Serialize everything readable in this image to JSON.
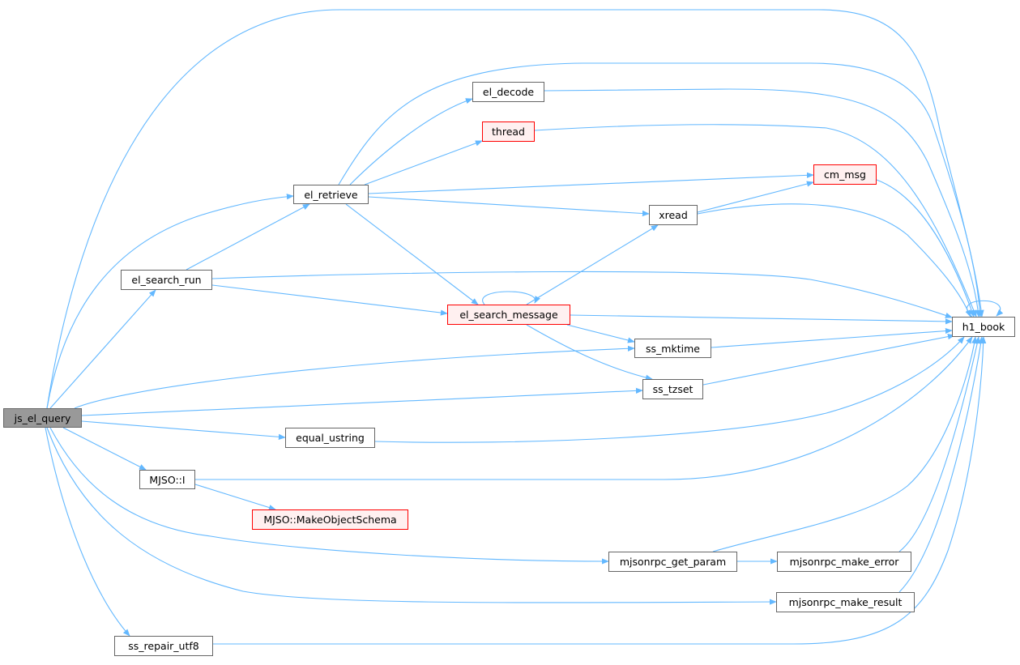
{
  "diagram": {
    "edge_color": "#63b8ff",
    "nodes": {
      "js_el_query": {
        "label": "js_el_query",
        "style": "root"
      },
      "el_search_run": {
        "label": "el_search_run",
        "style": "normal"
      },
      "el_retrieve": {
        "label": "el_retrieve",
        "style": "normal"
      },
      "el_decode": {
        "label": "el_decode",
        "style": "normal"
      },
      "thread": {
        "label": "thread",
        "style": "incomplete"
      },
      "cm_msg": {
        "label": "cm_msg",
        "style": "incomplete"
      },
      "xread": {
        "label": "xread",
        "style": "normal"
      },
      "el_search_message": {
        "label": "el_search_message",
        "style": "incomplete"
      },
      "h1_book": {
        "label": "h1_book",
        "style": "normal"
      },
      "ss_mktime": {
        "label": "ss_mktime",
        "style": "normal"
      },
      "ss_tzset": {
        "label": "ss_tzset",
        "style": "normal"
      },
      "equal_ustring": {
        "label": "equal_ustring",
        "style": "normal"
      },
      "MJSO_I": {
        "label": "MJSO::I",
        "style": "normal"
      },
      "MJSO_MakeObjectSchema": {
        "label": "MJSO::MakeObjectSchema",
        "style": "incomplete"
      },
      "mjsonrpc_get_param": {
        "label": "mjsonrpc_get_param",
        "style": "normal"
      },
      "mjsonrpc_make_error": {
        "label": "mjsonrpc_make_error",
        "style": "normal"
      },
      "mjsonrpc_make_result": {
        "label": "mjsonrpc_make_result",
        "style": "normal"
      },
      "ss_repair_utf8": {
        "label": "ss_repair_utf8",
        "style": "normal"
      }
    },
    "edges": [
      [
        "js_el_query",
        "h1_book"
      ],
      [
        "js_el_query",
        "el_retrieve"
      ],
      [
        "js_el_query",
        "el_search_run"
      ],
      [
        "js_el_query",
        "ss_mktime"
      ],
      [
        "js_el_query",
        "ss_tzset"
      ],
      [
        "js_el_query",
        "equal_ustring"
      ],
      [
        "js_el_query",
        "MJSO_I"
      ],
      [
        "js_el_query",
        "mjsonrpc_get_param"
      ],
      [
        "js_el_query",
        "mjsonrpc_make_result"
      ],
      [
        "js_el_query",
        "ss_repair_utf8"
      ],
      [
        "el_search_run",
        "el_retrieve"
      ],
      [
        "el_search_run",
        "el_search_message"
      ],
      [
        "el_search_run",
        "h1_book"
      ],
      [
        "el_retrieve",
        "el_decode"
      ],
      [
        "el_retrieve",
        "thread"
      ],
      [
        "el_retrieve",
        "cm_msg"
      ],
      [
        "el_retrieve",
        "xread"
      ],
      [
        "el_retrieve",
        "el_search_message"
      ],
      [
        "el_retrieve",
        "h1_book"
      ],
      [
        "el_decode",
        "h1_book"
      ],
      [
        "thread",
        "h1_book"
      ],
      [
        "cm_msg",
        "h1_book"
      ],
      [
        "xread",
        "cm_msg"
      ],
      [
        "xread",
        "h1_book"
      ],
      [
        "el_search_message",
        "el_search_message"
      ],
      [
        "el_search_message",
        "xread"
      ],
      [
        "el_search_message",
        "ss_mktime"
      ],
      [
        "el_search_message",
        "ss_tzset"
      ],
      [
        "el_search_message",
        "h1_book"
      ],
      [
        "h1_book",
        "h1_book"
      ],
      [
        "ss_mktime",
        "h1_book"
      ],
      [
        "ss_tzset",
        "h1_book"
      ],
      [
        "equal_ustring",
        "h1_book"
      ],
      [
        "MJSO_I",
        "MJSO_MakeObjectSchema"
      ],
      [
        "MJSO_I",
        "h1_book"
      ],
      [
        "mjsonrpc_get_param",
        "mjsonrpc_make_error"
      ],
      [
        "mjsonrpc_get_param",
        "h1_book"
      ],
      [
        "mjsonrpc_make_error",
        "h1_book"
      ],
      [
        "mjsonrpc_make_result",
        "h1_book"
      ],
      [
        "ss_repair_utf8",
        "h1_book"
      ]
    ]
  }
}
